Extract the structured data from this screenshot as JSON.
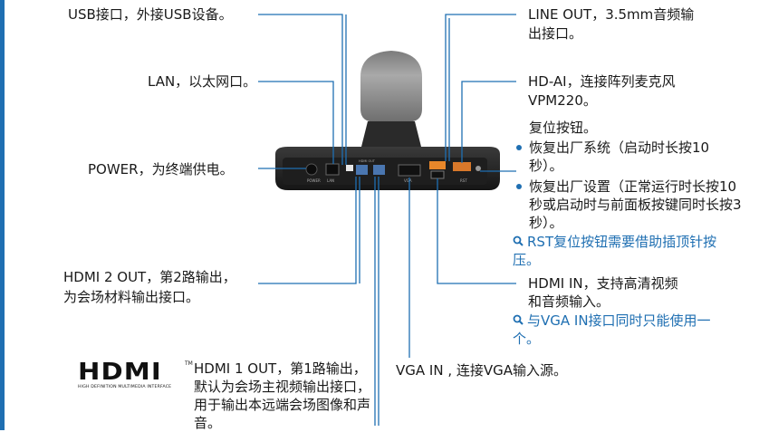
{
  "labels": {
    "usb": "USB接口，外接USB设备。",
    "lan": "LAN，以太网口。",
    "power": "POWER，为终端供电。",
    "hdmi2_line1": "HDMI 2 OUT，第2路输出，",
    "hdmi2_line2": "为会场材料输出接口。",
    "hdmi1_line1": "HDMI 1 OUT，第1路输出，",
    "hdmi1_line2": "默认为会场主视频输出接口，",
    "hdmi1_line3": "用于输出本远端会场图像和声",
    "hdmi1_line4": "音。",
    "vga": "VGA IN , 连接VGA输入源。",
    "lineout_line1": "LINE OUT，3.5mm音频输",
    "lineout_line2": "出接口。",
    "hdai_line1": "HD-AI，连接阵列麦克风",
    "hdai_line2": "VPM220。",
    "reset_title": "复位按钮。",
    "reset_items": [
      "恢复出厂系统（启动时长按10秒）。",
      "恢复出厂设置（正常运行时长按10秒或启动时与前面板按键同时长按3秒）。"
    ],
    "reset_note": "RST复位按钮需要借助插顶针按压。",
    "hdmiin_line1": "HDMI IN，支持高清视频",
    "hdmiin_line2": "和音频输入。",
    "hdmiin_note": "与VGA IN接口同时只能使用一个。"
  },
  "device_ports": {
    "power": "POWER",
    "lan": "LAN",
    "hdmi_out": "HDMI OUT",
    "vga": "VGA",
    "rst": "RST"
  },
  "logo": {
    "word": "HDMI",
    "tm": "TM",
    "subtitle": "HIGH DEFINITION MULTIMEDIA INTERFACE"
  },
  "colors": {
    "accent": "#1f6fb2",
    "text": "#1a1a1a"
  }
}
